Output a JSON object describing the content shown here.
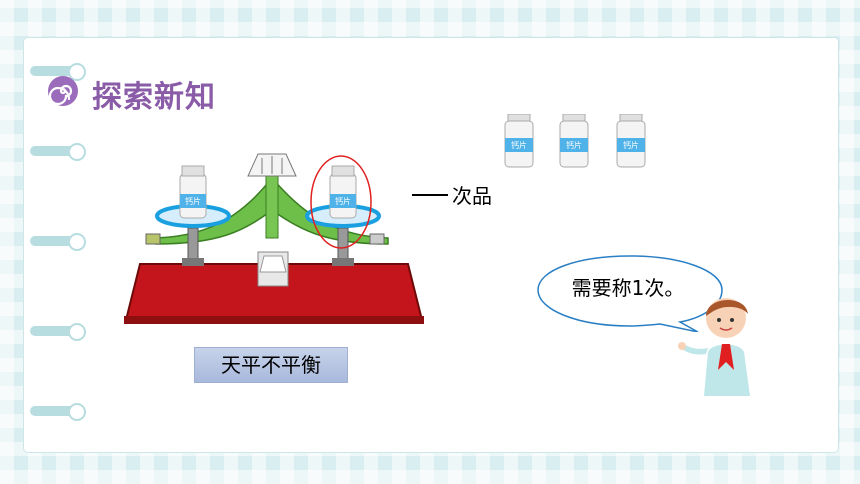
{
  "section": {
    "title": "探索新知",
    "icon": "spiral-icon"
  },
  "balance": {
    "status_label": "天平不平衡",
    "left_bottle_label": "钙片",
    "right_bottle_label": "钙片"
  },
  "result": {
    "label": "次品"
  },
  "remaining_bottles": {
    "label": "钙片"
  },
  "speech": {
    "text": "需要称1次。"
  },
  "colors": {
    "title": "#8a5ca8",
    "base": "#c3151b",
    "ring": "#1aa0e0",
    "highlight": "#e02020"
  }
}
